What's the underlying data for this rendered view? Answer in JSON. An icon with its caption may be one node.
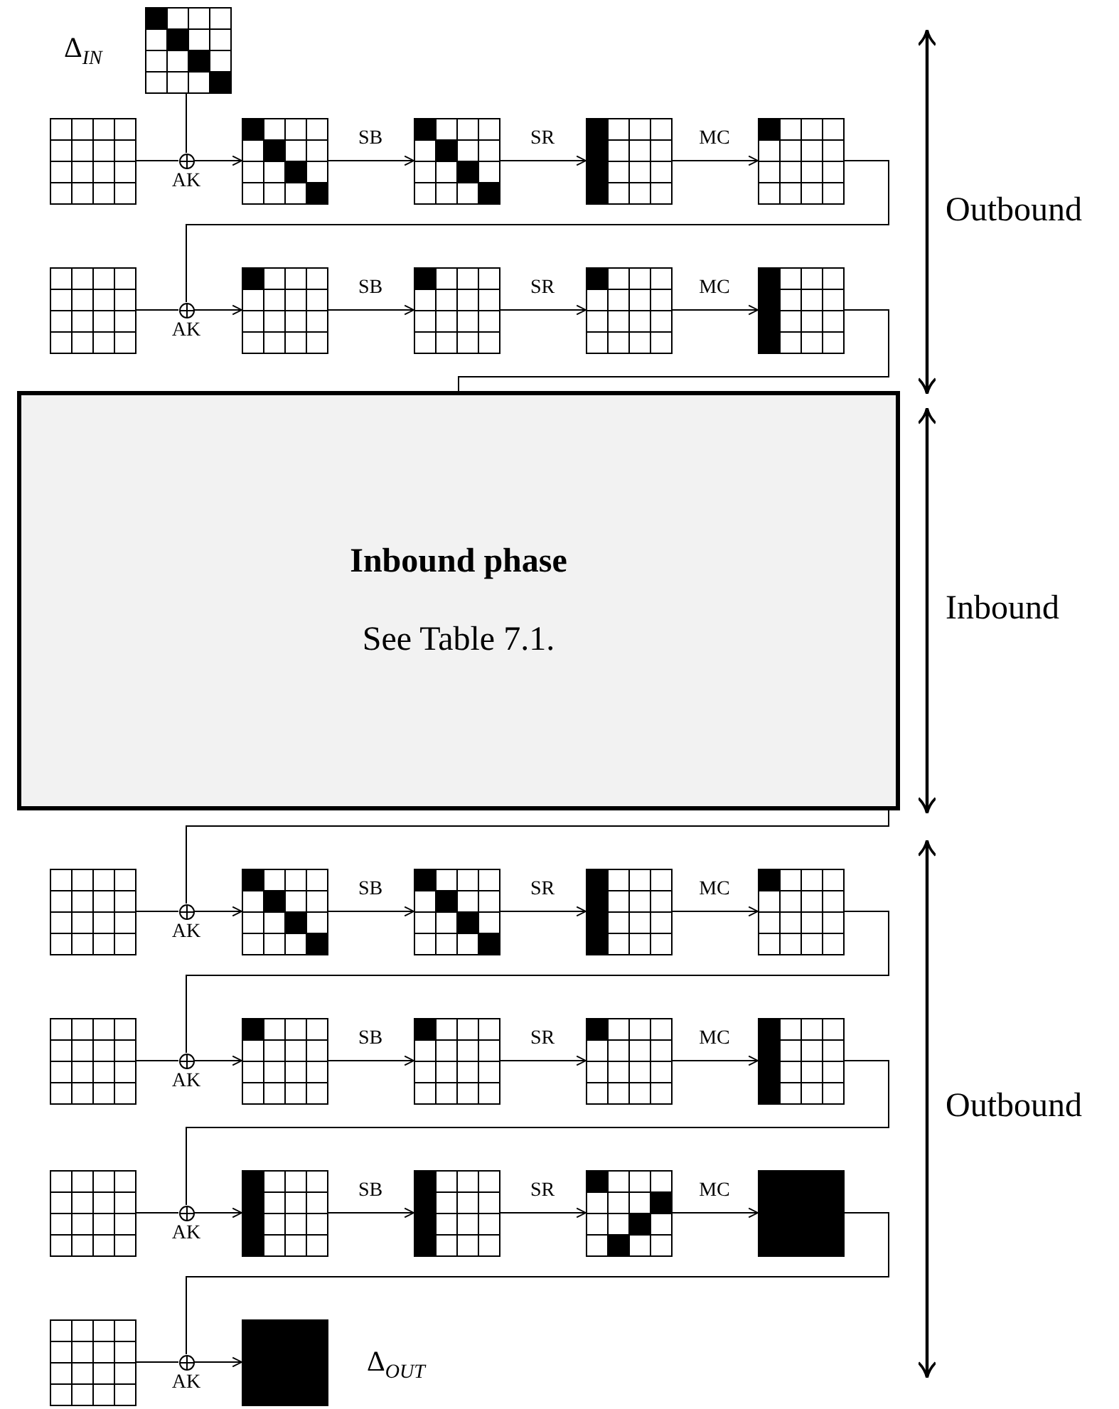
{
  "diagram": {
    "nodes": [
      {
        "text": [],
        "shape": "grid",
        "beside": [
          "Δ$_{IN}$"
        ]
      },
      {
        "text": [],
        "shape": "grid"
      },
      {
        "text": [],
        "shape": "circle",
        "beside": [
          "AK"
        ]
      },
      {
        "text": [],
        "shape": "grid"
      },
      {
        "text": [],
        "shape": "grid"
      },
      {
        "text": [],
        "shape": "grid"
      },
      {
        "text": [],
        "shape": "grid"
      },
      {
        "text": [],
        "shape": "grid"
      },
      {
        "text": [],
        "shape": "circle",
        "beside": [
          "AK"
        ]
      },
      {
        "text": [],
        "shape": "grid"
      },
      {
        "text": [],
        "shape": "grid"
      },
      {
        "text": [],
        "shape": "grid"
      },
      {
        "text": [],
        "shape": "grid"
      },
      {
        "text": [
          "Inbound phase",
          "See Table 7.1."
        ]
      },
      {
        "text": [],
        "shape": "grid"
      },
      {
        "text": [],
        "shape": "circle",
        "beside": [
          "AK"
        ]
      },
      {
        "text": [],
        "shape": "grid"
      },
      {
        "text": [],
        "shape": "grid"
      },
      {
        "text": [],
        "shape": "grid"
      },
      {
        "text": [],
        "shape": "grid"
      },
      {
        "text": [],
        "shape": "grid"
      },
      {
        "text": [],
        "shape": "circle",
        "beside": [
          "AK"
        ]
      },
      {
        "text": [],
        "shape": "grid"
      },
      {
        "text": [],
        "shape": "grid"
      },
      {
        "text": [],
        "shape": "grid"
      },
      {
        "text": [],
        "shape": "grid"
      },
      {
        "text": [],
        "shape": "grid"
      },
      {
        "text": [],
        "shape": "circle",
        "beside": [
          "AK"
        ]
      },
      {
        "text": [],
        "shape": "grid"
      },
      {
        "text": [],
        "shape": "grid"
      },
      {
        "text": [],
        "shape": "grid"
      },
      {
        "text": [],
        "shape": "grid"
      },
      {
        "text": [],
        "shape": "grid"
      },
      {
        "text": [],
        "shape": "circle",
        "beside": [
          "AK"
        ]
      },
      {
        "text": [],
        "shape": "grid",
        "beside": [
          "Δ$_{OUT}$"
        ]
      }
    ],
    "edges": [
      {
        "from": 0,
        "to": 2,
        "arrow": "none"
      },
      {
        "from": 1,
        "to": 2,
        "arrow": "none"
      },
      {
        "from": 2,
        "to": 3,
        "arrow": "to"
      },
      {
        "from": 3,
        "to": 4,
        "arrow": "to",
        "label": "SB"
      },
      {
        "from": 4,
        "to": 5,
        "arrow": "to",
        "label": "SR"
      },
      {
        "from": 5,
        "to": 6,
        "arrow": "to",
        "label": "MC"
      },
      {
        "from": 6,
        "to": 8,
        "arrow": "none"
      },
      {
        "from": 7,
        "to": 8,
        "arrow": "none"
      },
      {
        "from": 8,
        "to": 9,
        "arrow": "to"
      },
      {
        "from": 9,
        "to": 10,
        "arrow": "to",
        "label": "SB"
      },
      {
        "from": 10,
        "to": 11,
        "arrow": "to",
        "label": "SR"
      },
      {
        "from": 11,
        "to": 12,
        "arrow": "to",
        "label": "MC"
      },
      {
        "from": 12,
        "to": 13,
        "arrow": "none"
      },
      {
        "from": 13,
        "to": 15,
        "arrow": "none"
      },
      {
        "from": 14,
        "to": 15,
        "arrow": "none"
      },
      {
        "from": 15,
        "to": 16,
        "arrow": "to"
      },
      {
        "from": 16,
        "to": 17,
        "arrow": "to",
        "label": "SB"
      },
      {
        "from": 17,
        "to": 18,
        "arrow": "to",
        "label": "SR"
      },
      {
        "from": 18,
        "to": 19,
        "arrow": "to",
        "label": "MC"
      },
      {
        "from": 19,
        "to": 21,
        "arrow": "none"
      },
      {
        "from": 20,
        "to": 21,
        "arrow": "none"
      },
      {
        "from": 21,
        "to": 22,
        "arrow": "to"
      },
      {
        "from": 22,
        "to": 23,
        "arrow": "to",
        "label": "SB"
      },
      {
        "from": 23,
        "to": 24,
        "arrow": "to",
        "label": "SR"
      },
      {
        "from": 24,
        "to": 25,
        "arrow": "to",
        "label": "MC"
      },
      {
        "from": 25,
        "to": 27,
        "arrow": "none"
      },
      {
        "from": 26,
        "to": 27,
        "arrow": "none"
      },
      {
        "from": 27,
        "to": 28,
        "arrow": "to"
      },
      {
        "from": 28,
        "to": 29,
        "arrow": "to",
        "label": "SB"
      },
      {
        "from": 29,
        "to": 30,
        "arrow": "to",
        "label": "SR"
      },
      {
        "from": 30,
        "to": 31,
        "arrow": "to",
        "label": "MC"
      },
      {
        "from": 31,
        "to": 33,
        "arrow": "none"
      },
      {
        "from": 32,
        "to": 33,
        "arrow": "none"
      },
      {
        "from": 33,
        "to": 34,
        "arrow": "to"
      }
    ],
    "labels": [
      "Outbound",
      "Inbound",
      "Outbound"
    ]
  }
}
